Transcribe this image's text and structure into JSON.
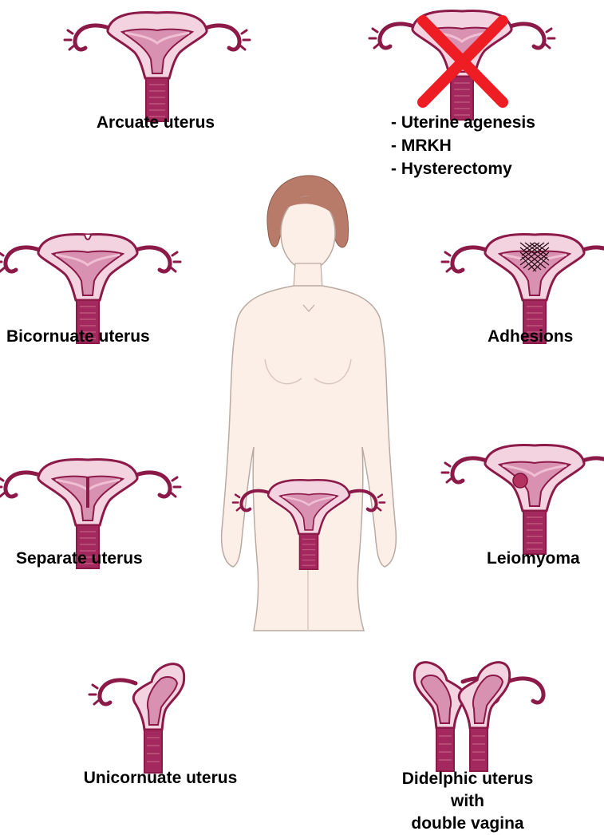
{
  "colors": {
    "outline": "#8b1a48",
    "cavity_light": "#efbfd4",
    "cavity_mid": "#d991b1",
    "cervix": "#a3285d",
    "body_fill": "#fbefe8",
    "body_stroke": "#b9aaa2",
    "hair": "#b87a69",
    "cross": "#ee1c23"
  },
  "labels": {
    "arcuate": "Arcuate uterus",
    "absent_lines": [
      "- Uterine agenesis",
      "- MRKH",
      "- Hysterectomy"
    ],
    "bicornuate": "Bicornuate uterus",
    "adhesions": "Adhesions",
    "separate": "Separate uterus",
    "leiomyoma": "Leiomyoma",
    "unicornuate": "Unicornuate uterus",
    "didelphic": "Didelphic uterus with\ndouble vagina"
  },
  "icons": {
    "absent": "red-x-cross-icon",
    "figure": "female-body-figure"
  }
}
